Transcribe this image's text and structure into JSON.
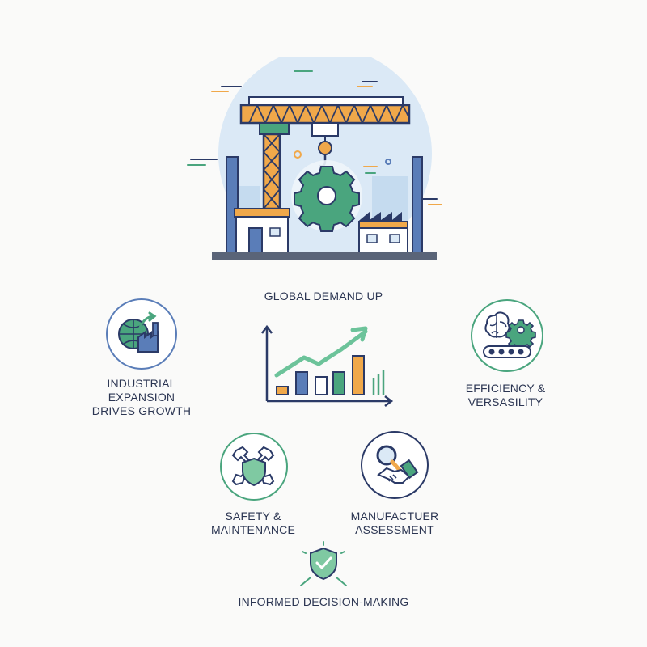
{
  "headline": "GLOBAL DEMAND UP",
  "nodes": {
    "industrial": {
      "line1": "INDUSTRIAL",
      "line2": "EXPANSION",
      "line3": "DRIVES GROWTH"
    },
    "efficiency": {
      "line1": "EFFICIENCY &",
      "line2": "VERSASILITY"
    },
    "safety": {
      "line1": "SAFETY &",
      "line2": "MAINTENANCE"
    },
    "manufacturer": {
      "line1": "MANUFACTUER",
      "line2": "ASSESSMENT"
    },
    "decision": {
      "line1": "INFORMED DECISION-MAKING"
    }
  },
  "icons": {
    "hero": "crane-gear-factory-icon",
    "industrial": "globe-factory-icon",
    "growth": "bar-chart-trend-icon",
    "efficiency": "brain-gear-conveyor-icon",
    "safety": "wrench-shield-icon",
    "manufacturer": "magnifier-handshake-icon",
    "decision": "shield-check-icon"
  },
  "colors": {
    "navy": "#2b3a67",
    "green": "#4aa57e",
    "orange": "#f0a84a",
    "blue": "#5a7db8",
    "light_blue": "#d6e6f4"
  }
}
